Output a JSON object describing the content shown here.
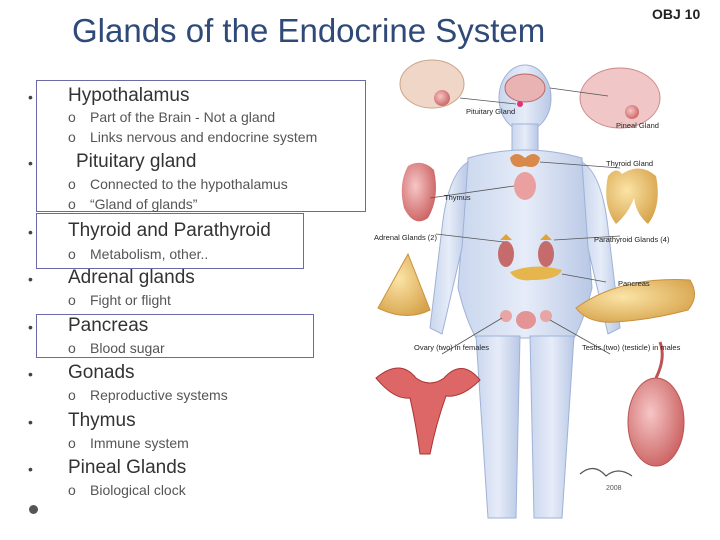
{
  "slide": {
    "title": "Glands of the Endocrine System",
    "obj_label": "OBJ 10",
    "bullets": [
      {
        "head": "Hypothalamus",
        "subs": [
          "Part of the Brain - Not a gland",
          "Links nervous and endocrine system"
        ]
      },
      {
        "head": "Pituitary gland",
        "subs": [
          "Connected to the hypothalamus",
          "“Gland of glands”"
        ]
      },
      {
        "head": "Thyroid and Parathyroid",
        "subs": [
          "Metabolism, other.."
        ]
      },
      {
        "head": "Adrenal glands",
        "subs": [
          "Fight or flight"
        ]
      },
      {
        "head": "Pancreas",
        "subs": [
          "Blood sugar"
        ]
      },
      {
        "head": "Gonads",
        "subs": [
          "Reproductive systems"
        ]
      },
      {
        "head": "Thymus",
        "subs": [
          "Immune system"
        ]
      },
      {
        "head": "Pineal Glands",
        "subs": [
          "Biological clock"
        ]
      }
    ],
    "bullet_symbol": "•",
    "sub_symbol": "o"
  },
  "illustration": {
    "labels": {
      "pituitary": "Pituitary Gland",
      "pineal": "Pineal Gland",
      "thyroid": "Thyroid Gland",
      "thymus": "Thymus",
      "adrenal": "Adrenal Glands (2)",
      "parathyroid": "Parathyroid Glands (4)",
      "pancreas": "Pancreas",
      "ovary": "Ovary (two) in females",
      "testis": "Testis (two) (testicle) in males"
    },
    "signature_year": "2008"
  }
}
